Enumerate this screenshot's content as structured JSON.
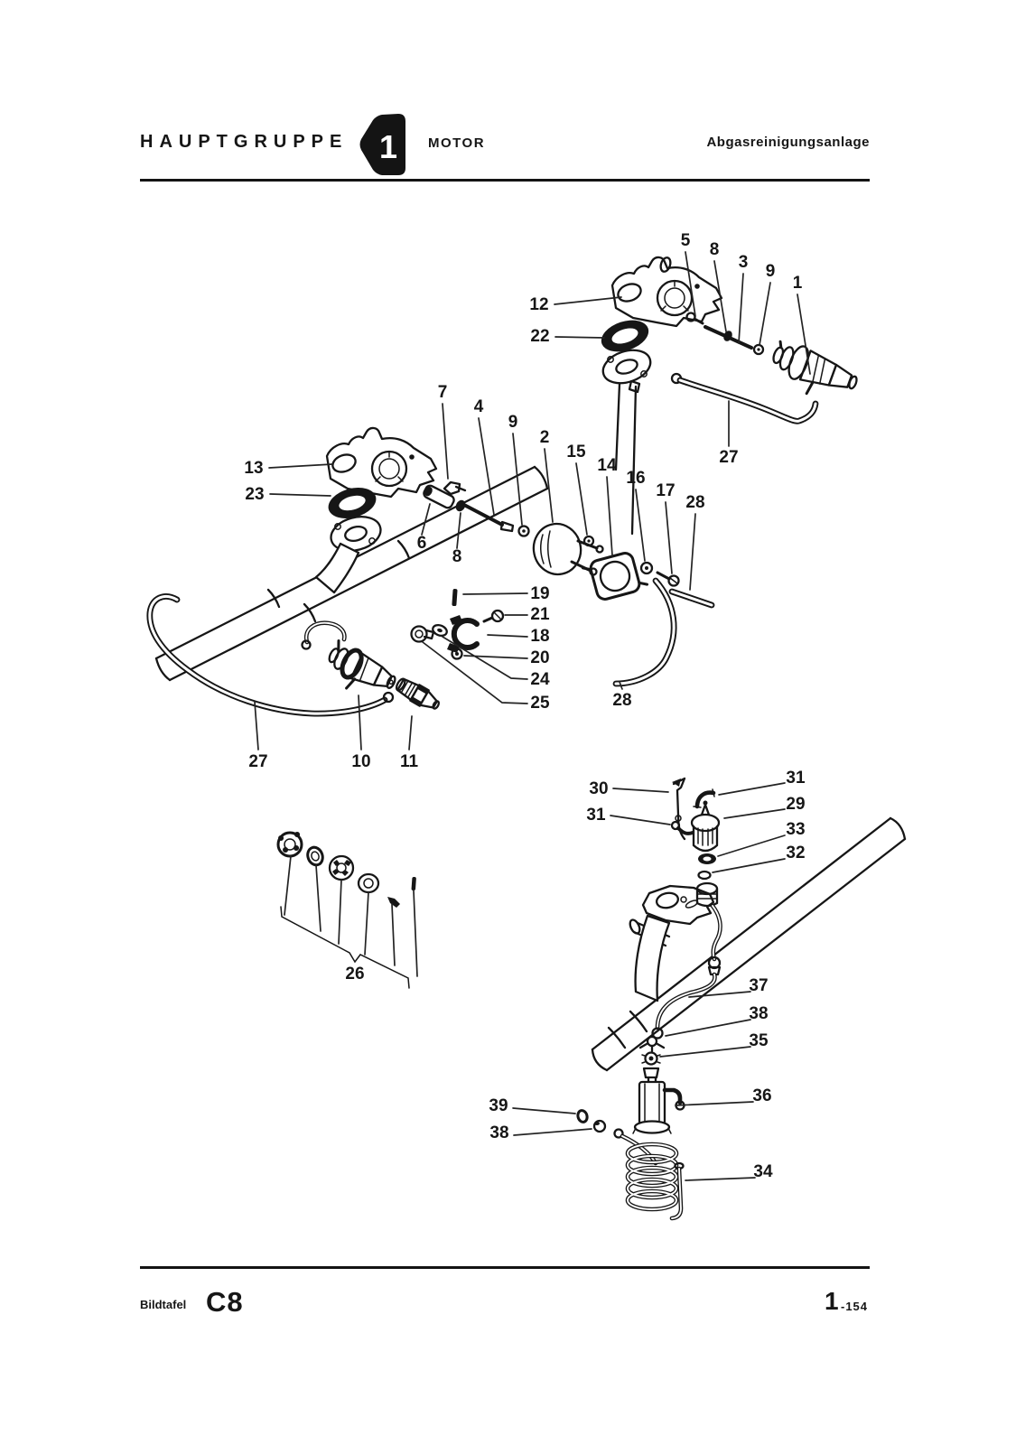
{
  "header": {
    "group_label": "HAUPTGRUPPE",
    "group_number": "1",
    "section": "MOTOR",
    "topic": "Abgasreinigungsanlage"
  },
  "footer": {
    "plate_label": "Bildtafel",
    "plate_number": "C8",
    "page_major": "1",
    "page_minor": "-154"
  },
  "ink_color": "#161616",
  "callouts": {
    "c1": "1",
    "c2": "2",
    "c3": "3",
    "c4": "4",
    "c5": "5",
    "c6": "6",
    "c7": "7",
    "c8": "8",
    "c9": "9",
    "c10": "10",
    "c11": "11",
    "c12": "12",
    "c13": "13",
    "c14": "14",
    "c15": "15",
    "c16": "16",
    "c17": "17",
    "c18": "18",
    "c19": "19",
    "c20": "20",
    "c21": "21",
    "c22": "22",
    "c23": "23",
    "c24": "24",
    "c25": "25",
    "c26": "26",
    "c27": "27",
    "c28": "28",
    "c29": "29",
    "c30": "30",
    "c31": "31",
    "c32": "32",
    "c33": "33",
    "c34": "34",
    "c35": "35",
    "c36": "36",
    "c37": "37",
    "c38": "38",
    "c39": "39"
  }
}
